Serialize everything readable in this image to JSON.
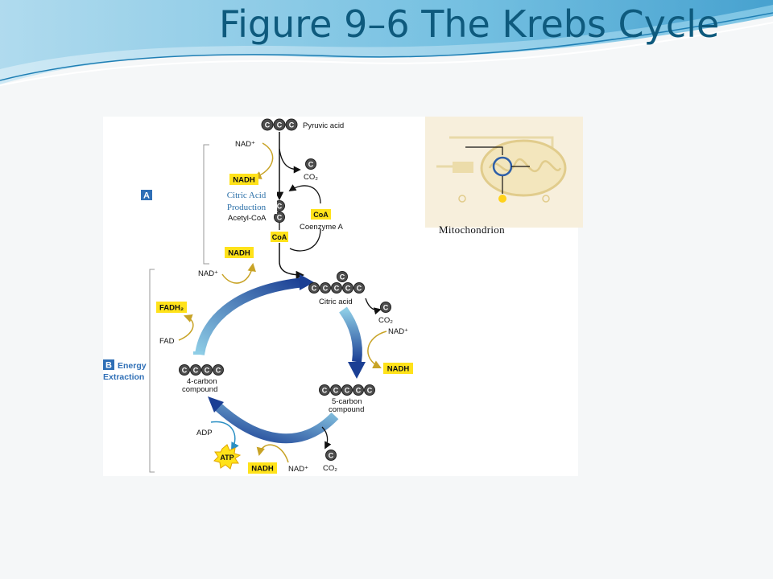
{
  "slide": {
    "title": "Figure 9–6 The Krebs Cycle"
  },
  "diagram": {
    "section_a_badge": "A",
    "section_b_badge": "B",
    "section_b_label_1": "Energy",
    "section_b_label_2": "Extraction",
    "citric_acid_production": "Citric Acid Production",
    "carbon_letter": "C",
    "pyruvic_acid": "Pyruvic acid",
    "nad_plus": "NAD⁺",
    "nadh": "NADH",
    "co2": "CO₂",
    "coa": "CoA",
    "acetyl_coa": "Acetyl-CoA",
    "coenzyme_a": "Coenzyme A",
    "citric_acid": "Citric acid",
    "five_carbon_1": "5-carbon",
    "five_carbon_2": "compound",
    "four_carbon_1": "4-carbon",
    "four_carbon_2": "compound",
    "fadh2": "FADH₂",
    "fad": "FAD",
    "adp": "ADP",
    "atp": "ATP"
  },
  "inset": {
    "caption": "Mitochondrion"
  },
  "colors": {
    "title": "#0e5a7d",
    "cycle_dark": "#1b3f94",
    "cycle_light": "#8ecde6",
    "highlight_yellow": "#ffe21a",
    "carbon_gray": "#4d4d4d",
    "arrow_gold": "#c8a326"
  }
}
